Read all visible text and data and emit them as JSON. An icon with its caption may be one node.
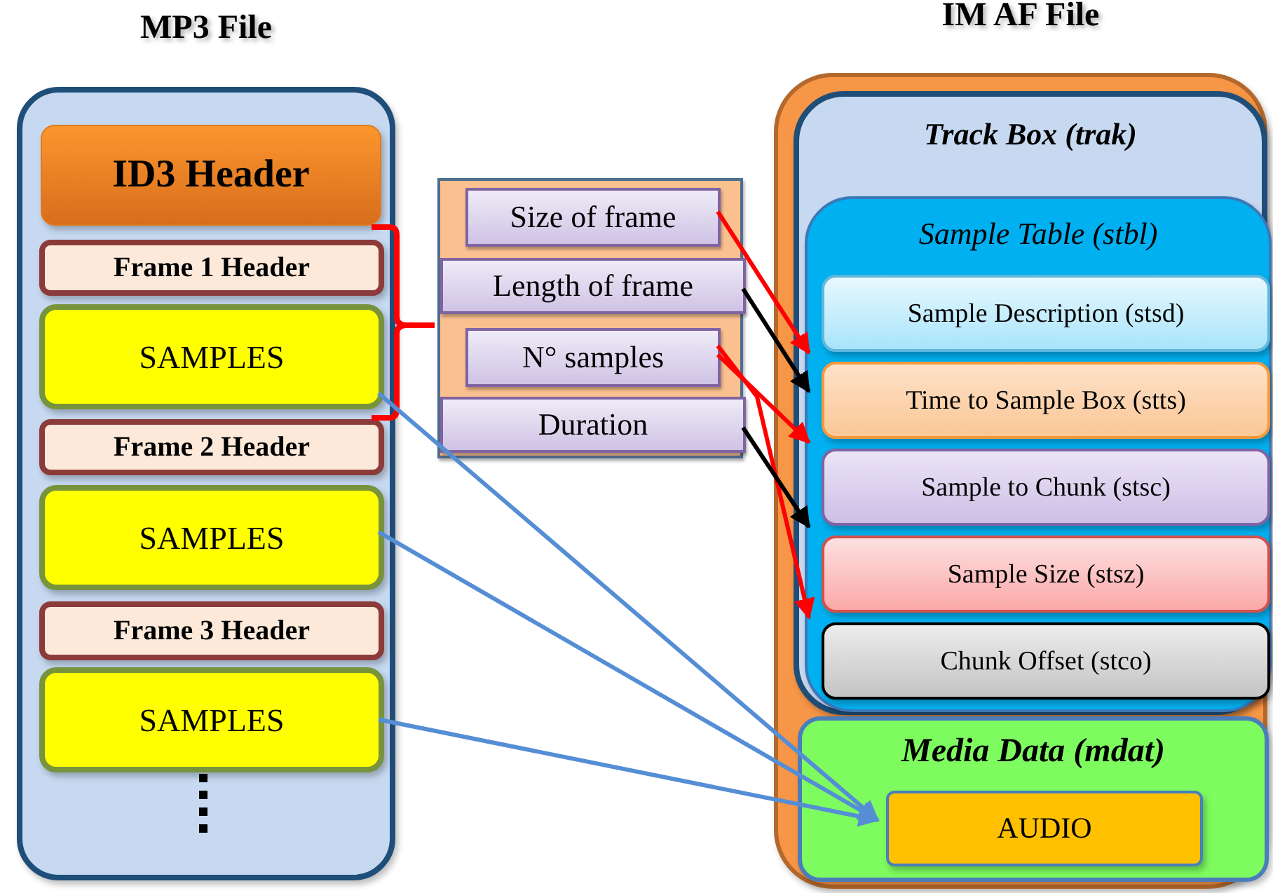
{
  "diagram": {
    "nodes": [
      {
        "text": [
          "MP3 File"
        ]
      },
      {
        "text": [
          "ID3 Header"
        ],
        "in": 0
      },
      {
        "text": [
          "Frame 1 Header"
        ],
        "in": 0
      },
      {
        "text": [
          "SAMPLES"
        ],
        "in": 0
      },
      {
        "text": [
          "Frame 2 Header"
        ],
        "in": 0
      },
      {
        "text": [
          "SAMPLES"
        ],
        "in": 0
      },
      {
        "text": [
          "Frame 3 Header"
        ],
        "in": 0
      },
      {
        "text": [
          "SAMPLES"
        ],
        "in": 0
      },
      {
        "text": [],
        "shape": "box"
      },
      {
        "text": [
          "Size of frame"
        ],
        "in": 8
      },
      {
        "text": [
          "Length of frame"
        ],
        "in": 8
      },
      {
        "text": [
          "N° samples"
        ],
        "in": 8
      },
      {
        "text": [
          "Duration"
        ],
        "in": 8
      },
      {
        "text": [
          "IM AF File"
        ]
      },
      {
        "text": [
          "Track Box (trak)"
        ],
        "in": 13
      },
      {
        "text": [
          "Sample Table (stbl)"
        ],
        "in": 14
      },
      {
        "text": [
          "Sample Description (stsd)"
        ],
        "in": 15
      },
      {
        "text": [
          "Time to Sample Box (stts)"
        ],
        "in": 15
      },
      {
        "text": [
          "Sample to Chunk (stsc)"
        ],
        "in": 15
      },
      {
        "text": [
          "Sample Size (stsz)"
        ],
        "in": 15
      },
      {
        "text": [
          "Chunk Offset (stco)"
        ],
        "in": 15
      },
      {
        "text": [
          "Media Data (mdat)"
        ],
        "in": 13
      },
      {
        "text": [
          "AUDIO"
        ],
        "in": 21
      }
    ],
    "edges": [
      {
        "from": 9,
        "to": 17,
        "arrow": "to",
        "color": "#ff0000"
      },
      {
        "from": 10,
        "to": 17,
        "arrow": "to",
        "color": "#000000"
      },
      {
        "from": 11,
        "to": 18,
        "arrow": "to",
        "color": "#ff0000"
      },
      {
        "from": 11,
        "to": 20,
        "arrow": "to",
        "color": "#ff0000"
      },
      {
        "from": 12,
        "to": 19,
        "arrow": "to",
        "color": "#000000"
      },
      {
        "from": 3,
        "to": 22,
        "arrow": "to",
        "color": "#558ed5"
      },
      {
        "from": 5,
        "to": 22,
        "arrow": "to",
        "color": "#558ed5"
      },
      {
        "from": 7,
        "to": 22,
        "arrow": "to",
        "color": "#558ed5"
      }
    ]
  }
}
